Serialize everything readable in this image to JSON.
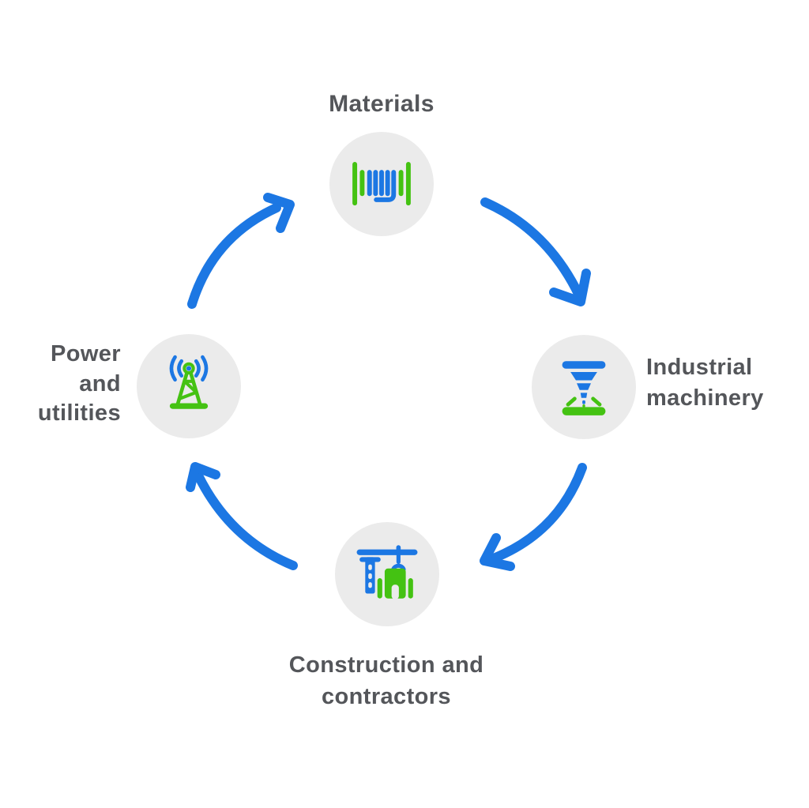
{
  "diagram": {
    "type": "cycle",
    "direction": "clockwise",
    "nodes": [
      {
        "id": "materials",
        "position": "top",
        "icon": "cable-spool-icon",
        "label_lines": [
          "Materials"
        ]
      },
      {
        "id": "industrial-machinery",
        "position": "right",
        "icon": "laser-cutter-icon",
        "label_lines": [
          "Industrial",
          "machinery"
        ]
      },
      {
        "id": "construction-contractors",
        "position": "bottom",
        "icon": "crane-building-icon",
        "label_lines": [
          "Construction and",
          "contractors"
        ]
      },
      {
        "id": "power-utilities",
        "position": "left",
        "icon": "transmission-tower-icon",
        "label_lines": [
          "Power",
          "and",
          "utilities"
        ]
      }
    ],
    "edges": [
      {
        "from": "materials",
        "to": "industrial-machinery"
      },
      {
        "from": "industrial-machinery",
        "to": "construction-contractors"
      },
      {
        "from": "construction-contractors",
        "to": "power-utilities"
      },
      {
        "from": "power-utilities",
        "to": "materials"
      }
    ]
  },
  "colors": {
    "arrow_blue": "#1c77e3",
    "icon_blue": "#1c77e3",
    "icon_green": "#44c212",
    "label_text": "#54565a",
    "node_circle_bg": "#ebebeb",
    "page_bg": "#ffffff"
  }
}
